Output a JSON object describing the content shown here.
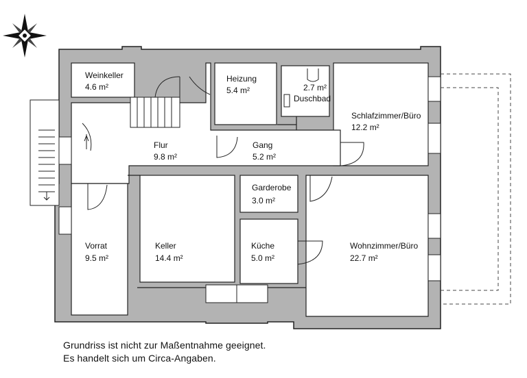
{
  "rooms": [
    {
      "id": "weinkeller",
      "name": "Weinkeller",
      "area": "4.6 m²"
    },
    {
      "id": "heizung",
      "name": "Heizung",
      "area": "5.4 m²"
    },
    {
      "id": "duschbad",
      "name": "Duschbad",
      "area": "2.7 m²"
    },
    {
      "id": "schlafzimmer",
      "name": "Schlafzimmer/Büro",
      "area": "12.2 m²"
    },
    {
      "id": "flur",
      "name": "Flur",
      "area": "9.8 m²"
    },
    {
      "id": "gang",
      "name": "Gang",
      "area": "5.2 m²"
    },
    {
      "id": "garderobe",
      "name": "Garderobe",
      "area": "3.0 m²"
    },
    {
      "id": "vorrat",
      "name": "Vorrat",
      "area": "9.5 m²"
    },
    {
      "id": "keller",
      "name": "Keller",
      "area": "14.4 m²"
    },
    {
      "id": "kueche",
      "name": "Küche",
      "area": "5.0 m²"
    },
    {
      "id": "wohnzimmer",
      "name": "Wohnzimmer/Büro",
      "area": "22.7 m²"
    }
  ],
  "notes": {
    "line1": "Grundriss ist nicht zur Maßentnahme geeignet.",
    "line2": "Es handelt sich um Circa-Angaben."
  },
  "colors": {
    "wall_fill": "#b3b3b3",
    "wall_stroke": "#222222",
    "room_fill": "#ffffff"
  },
  "icons": [
    "compass-rose-icon"
  ]
}
